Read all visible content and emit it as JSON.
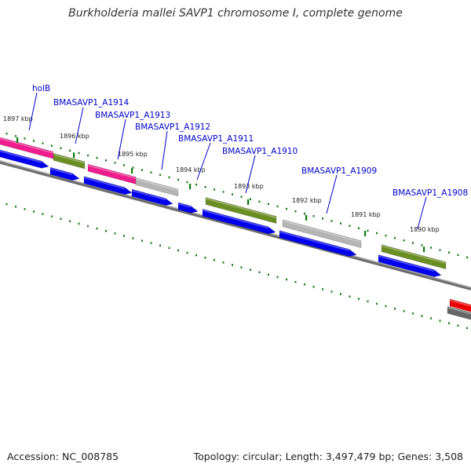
{
  "title": "Burkholderia mallei SAVP1 chromosome I, complete genome",
  "footer": {
    "accession": "Accession: NC_008785",
    "summary": "Topology: circular; Length: 3,497,479 bp; Genes: 3,508"
  },
  "colors": {
    "background": "#ffffff",
    "backbone": "#808080",
    "forward_gene": "#0000ee",
    "cds_green": "#6b8e23",
    "cds_pink": "#ee1c8c",
    "cds_gray": "#b4b4b4",
    "cds_red": "#ee0000",
    "cds_darkgray": "#666666",
    "tick": "#0a7a0a",
    "label_line": "#0000cc",
    "label_text": "#0000cc"
  },
  "map": {
    "kbp_markers": [
      "1897 kbp",
      "1896 kbp",
      "1895 kbp",
      "1894 kbp",
      "1893 kbp",
      "1892 kbp",
      "1891 kbp",
      "1890 kbp"
    ],
    "gene_labels": [
      "holB",
      "BMASAVP1_A1914",
      "BMASAVP1_A1913",
      "BMASAVP1_A1912",
      "BMASAVP1_A1911",
      "BMASAVP1_A1910",
      "BMASAVP1_A1909",
      "BMASAVP1_A1908"
    ]
  }
}
